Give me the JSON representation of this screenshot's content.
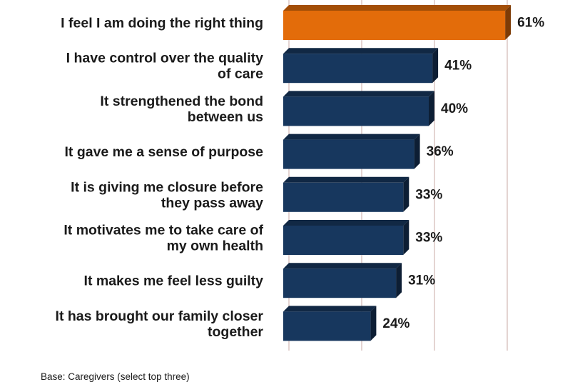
{
  "chart_data": {
    "type": "bar",
    "orientation": "horizontal",
    "categories": [
      "I feel I am doing the right thing",
      "I have control over the quality of care",
      "It strengthened the bond between us",
      "It gave me a sense of purpose",
      "It is giving me closure before they pass away",
      "It motivates me to take care of my own health",
      "It makes me feel less guilty",
      "It has brought our family closer together"
    ],
    "category_lines": [
      [
        "I feel I am doing the right thing"
      ],
      [
        "I have control over the quality",
        "of care"
      ],
      [
        "It strengthened the bond",
        "between us"
      ],
      [
        "It gave me a sense of purpose"
      ],
      [
        "It is giving me closure before",
        "they pass away"
      ],
      [
        "It motivates me to take care of",
        "my own health"
      ],
      [
        "It makes me feel less guilty"
      ],
      [
        "It has brought our family closer",
        "together"
      ]
    ],
    "values": [
      61,
      41,
      40,
      36,
      33,
      33,
      31,
      24
    ],
    "value_labels": [
      "61%",
      "41%",
      "40%",
      "36%",
      "33%",
      "33%",
      "31%",
      "24%"
    ],
    "xlim": [
      0,
      60
    ],
    "grid": true,
    "highlight_index": 0,
    "colors": {
      "highlight": "#e36c0a",
      "bar": "#17375e",
      "grid": "#c9a9a6"
    }
  },
  "footnote": "Base: Caregivers (select top three)"
}
